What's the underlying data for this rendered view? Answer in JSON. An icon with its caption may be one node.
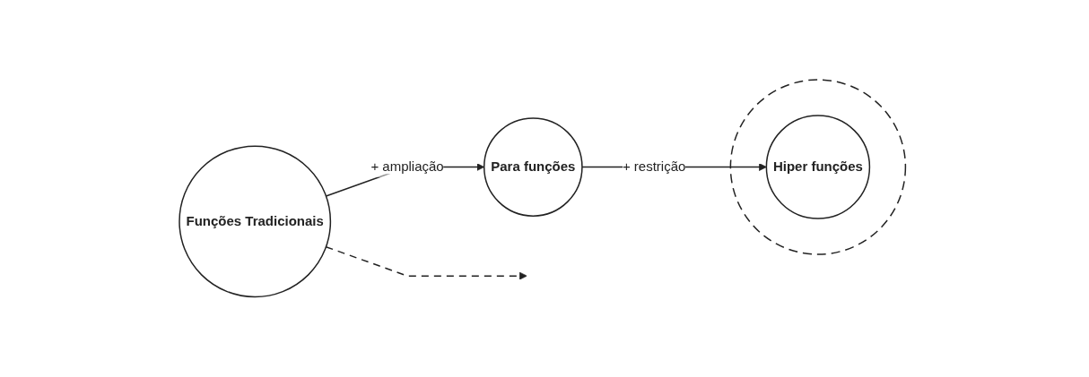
{
  "diagram": {
    "nodes": [
      {
        "text": [
          "Funções Tradicionais"
        ]
      },
      {
        "text": [
          "Para funções"
        ]
      },
      {
        "text": [],
        "shape": "circle"
      },
      {
        "text": [
          "Hiper funções"
        ],
        "in": 2
      }
    ],
    "edges": [
      {
        "from": 0,
        "to": 1,
        "arrow": "to",
        "label": "+ ampliação"
      },
      {
        "from": 1,
        "to": 3,
        "arrow": "to",
        "label": "+ restrição"
      },
      {
        "from": 0,
        "to": null,
        "arrow": "to",
        "style": "dashed"
      }
    ]
  }
}
